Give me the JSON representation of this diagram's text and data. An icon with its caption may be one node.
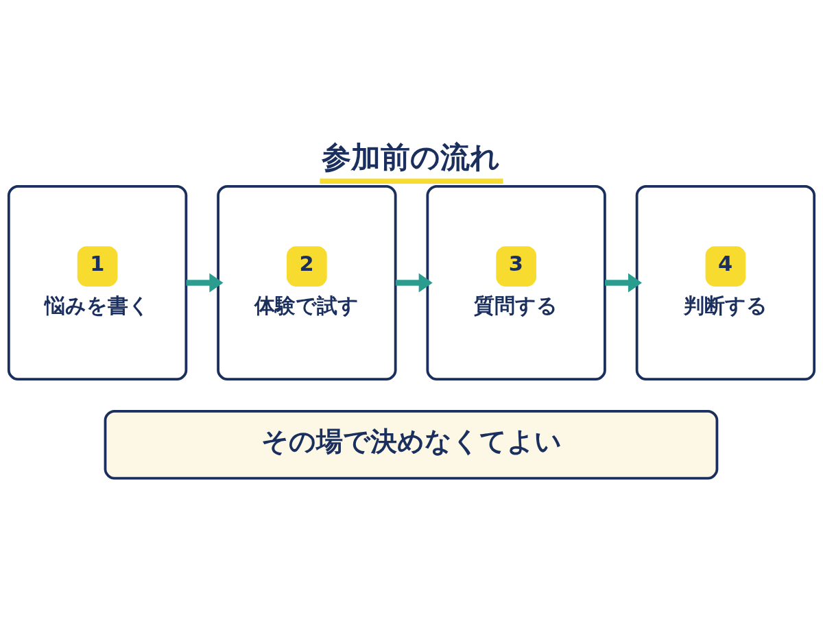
{
  "diagram": {
    "title": "参加前の流れ",
    "nodes": [
      {
        "text": [
          "1",
          "悩みを書く"
        ]
      },
      {
        "text": [
          "2",
          "体験で試す"
        ]
      },
      {
        "text": [
          "3",
          "質問する"
        ]
      },
      {
        "text": [
          "4",
          "判断する"
        ]
      },
      {
        "text": [
          "その場で決めなくてよい"
        ]
      }
    ],
    "edges": [
      {
        "from": 0,
        "to": 1,
        "arrow": "to"
      },
      {
        "from": 1,
        "to": 2,
        "arrow": "to"
      },
      {
        "from": 2,
        "to": 3,
        "arrow": "to"
      }
    ]
  }
}
